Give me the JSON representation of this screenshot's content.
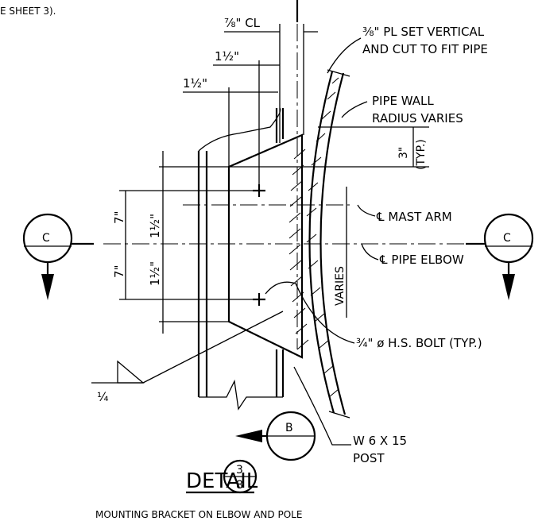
{
  "header_text": "E SHEET 3).",
  "labels": {
    "cl_dim": "⅞\" CL",
    "dim_1_5_top": "1½\"",
    "dim_1_5_left": "1½\"",
    "plate": "⅜\" PL SET VERTICAL",
    "plate_2": "AND CUT TO FIT PIPE",
    "pipe_wall": "PIPE WALL",
    "pipe_wall_2": "RADIUS VARIES",
    "typ_3": "3\"",
    "typ_3_sub": "(TYP.)",
    "mast_arm": "℄ MAST ARM",
    "pipe_elbow": "℄ PIPE ELBOW",
    "varies": "VARIES",
    "dim_7_top": "7\"",
    "dim_7_bot": "7\"",
    "dim_1_5_v_top": "1½\"",
    "dim_1_5_v_bot": "1½\"",
    "bolt": "¾\" ø H.S. BOLT (TYP.)",
    "weld": "¼",
    "post": "W  6 X 15",
    "post_2": "POST"
  },
  "section_left": "C",
  "section_right": "C",
  "section_bottom": "B",
  "detail": {
    "word": "DETAIL",
    "num": "3",
    "sheet": "8",
    "caption": "MOUNTING BRACKET ON ELBOW AND POLE"
  }
}
